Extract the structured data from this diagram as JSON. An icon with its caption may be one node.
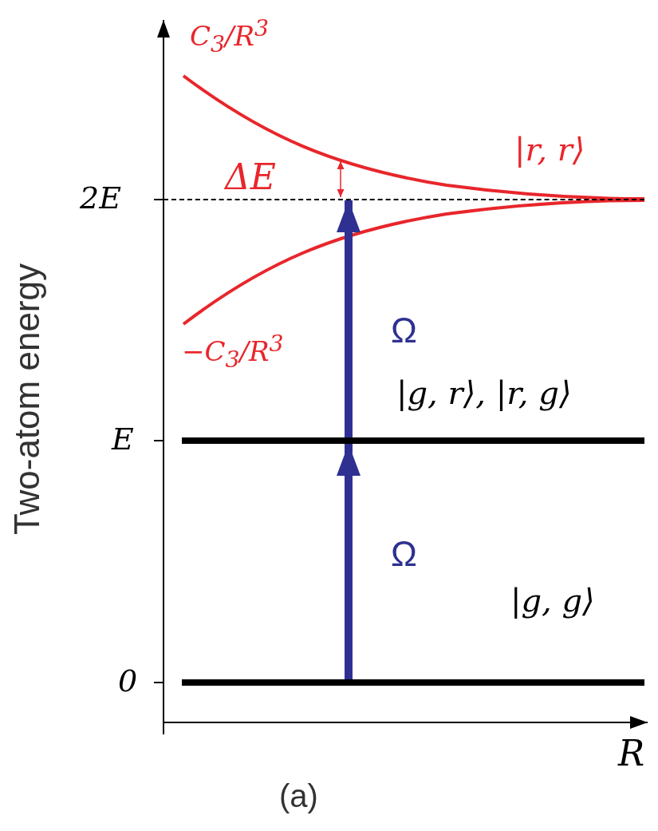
{
  "diagram": {
    "nodes": [
      {
        "text": [],
        "shape": "bar",
        "beside": [
          "|g, g⟩"
        ]
      },
      {
        "text": [],
        "shape": "bar",
        "beside": [
          "|g, r⟩, |r, g⟩"
        ]
      },
      {
        "text": [],
        "shape": "line"
      }
    ],
    "edges": [
      {
        "from": 0,
        "to": 1,
        "arrow": "to",
        "label": "Ω"
      },
      {
        "from": 1,
        "to": 2,
        "arrow": "to",
        "label": "Ω"
      }
    ],
    "labels": [
      "C$_{3}$/R$^{3}$",
      "|r, r⟩",
      "ΔE",
      "2E",
      "−C$_{3}$/R$^{3}$",
      "E",
      "0",
      "Two-atom energy",
      "R",
      "(a)"
    ]
  }
}
